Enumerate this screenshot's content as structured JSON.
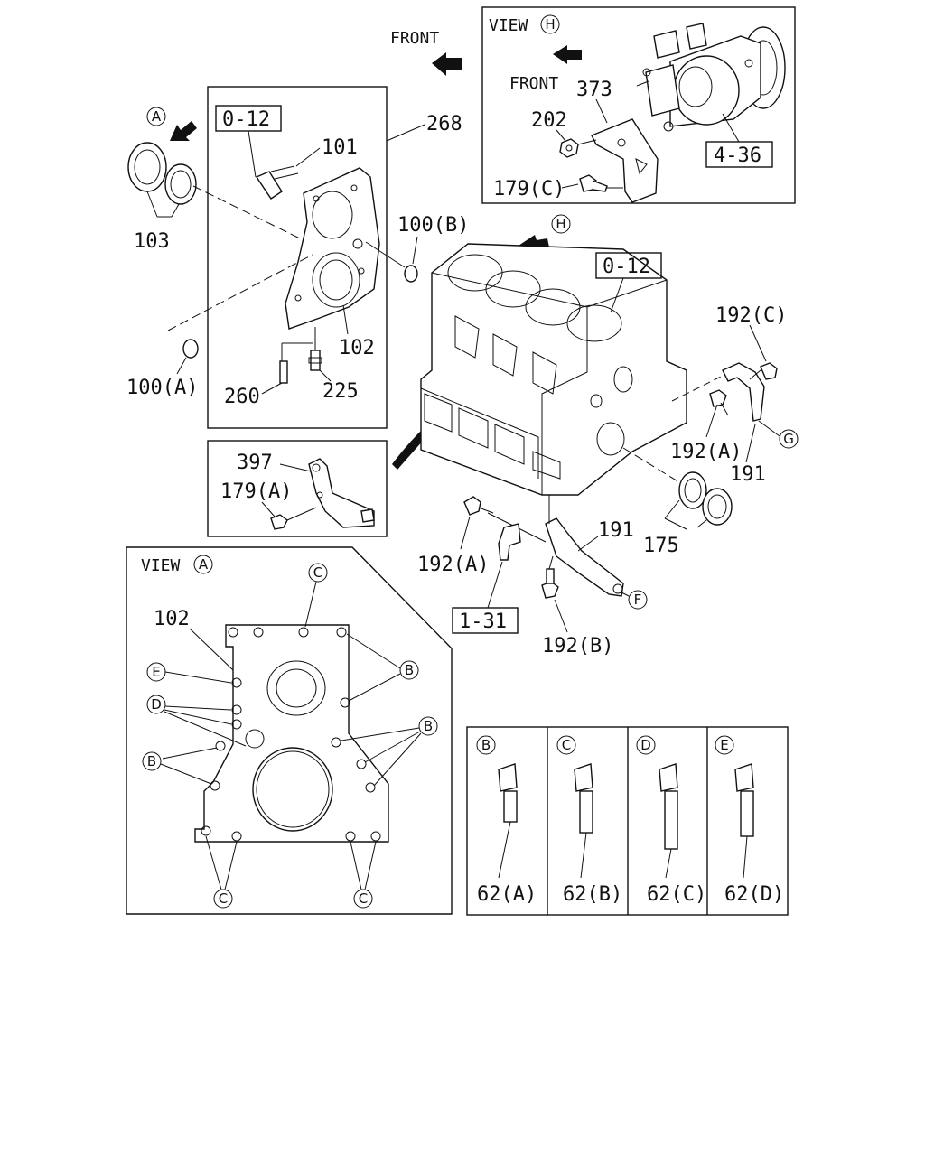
{
  "headings": {
    "front_top": "FRONT",
    "front_view_h": "FRONT",
    "view_h": "VIEW",
    "view_a": "VIEW"
  },
  "markers": {
    "a": "A",
    "h": "H",
    "b": "B",
    "c": "C",
    "d": "D",
    "e": "E",
    "f": "F",
    "g": "G"
  },
  "refs": {
    "r0_12_cover": "0-12",
    "r0_12_block": "0-12",
    "r4_36": "4-36",
    "r1_31": "1-31"
  },
  "parts": {
    "p268": "268",
    "p101": "101",
    "p103": "103",
    "p100b": "100(B)",
    "p100a": "100(A)",
    "p102_main": "102",
    "p260": "260",
    "p225": "225",
    "p373": "373",
    "p202": "202",
    "p179c": "179(C)",
    "p397": "397",
    "p179a": "179(A)",
    "p192c": "192(C)",
    "p192a_right": "192(A)",
    "p191_right": "191",
    "p191_lower": "191",
    "p175": "175",
    "p192a_lower": "192(A)",
    "p192b": "192(B)",
    "p102_view": "102"
  },
  "bolts": [
    {
      "marker": "B",
      "label": "62(A)"
    },
    {
      "marker": "C",
      "label": "62(B)"
    },
    {
      "marker": "D",
      "label": "62(C)"
    },
    {
      "marker": "E",
      "label": "62(D)"
    }
  ]
}
